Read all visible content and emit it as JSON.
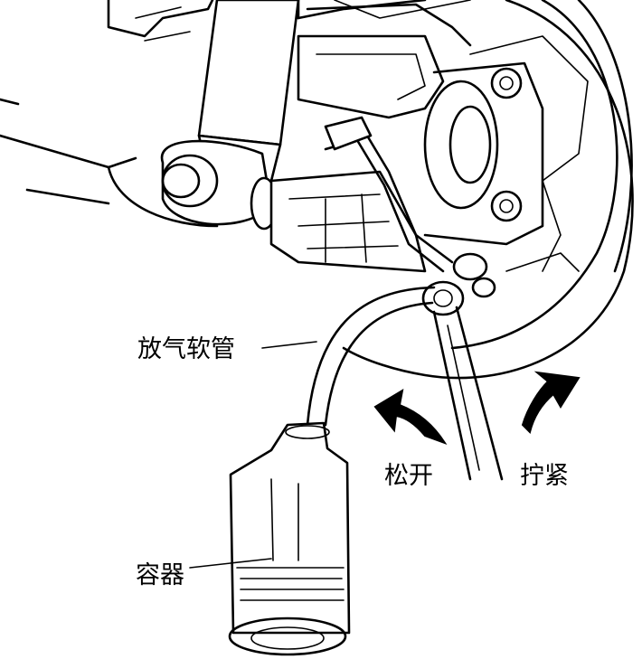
{
  "labels": {
    "bleeder_hose": "放气软管",
    "loosen": "松开",
    "tighten": "拧紧",
    "container": "容器"
  }
}
